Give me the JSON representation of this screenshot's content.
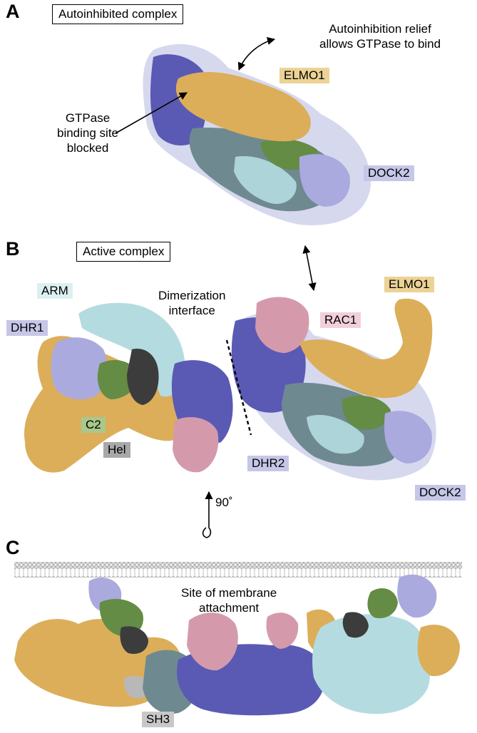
{
  "panels": {
    "a": {
      "letter": "A",
      "title": "Autoinhibited complex",
      "relief_text": [
        "Autoinhibition relief",
        "allows GTPase to bind"
      ],
      "blocked_text": [
        "GTPase",
        "binding site",
        "blocked"
      ],
      "labels": {
        "elmo1": "ELMO1",
        "dock2": "DOCK2"
      }
    },
    "b": {
      "letter": "B",
      "title": "Active complex",
      "dimerization_text": [
        "Dimerization",
        "interface"
      ],
      "labels": {
        "arm": "ARM",
        "dhr1": "DHR1",
        "c2": "C2",
        "hel": "Hel",
        "dhr2": "DHR2",
        "rac1": "RAC1",
        "elmo1": "ELMO1",
        "dock2": "DOCK2"
      },
      "rotation": "90˚"
    },
    "c": {
      "letter": "C",
      "membrane_text": [
        "Site of membrane",
        "attachment"
      ],
      "labels": {
        "sh3": "SH3"
      }
    }
  },
  "colors": {
    "elmo": "#dcae5a",
    "dock_dark": "#5a5ab4",
    "dock_light": "#aaaade",
    "arm": "#b4dce0",
    "c2": "#648c44",
    "hel": "#3c3c3c",
    "rac1": "#d49aac",
    "grey_teal": "#6e8a90",
    "halo": "#b4b8e0",
    "tag_elmo": "#ecd294",
    "tag_dock": "#c6c6e8",
    "tag_arm": "#dcf0f2",
    "tag_c2": "#a8c88c",
    "tag_hel": "#a8a8a8",
    "tag_rac1": "#f2cfdb",
    "tag_sh3": "#c8c8c8"
  }
}
